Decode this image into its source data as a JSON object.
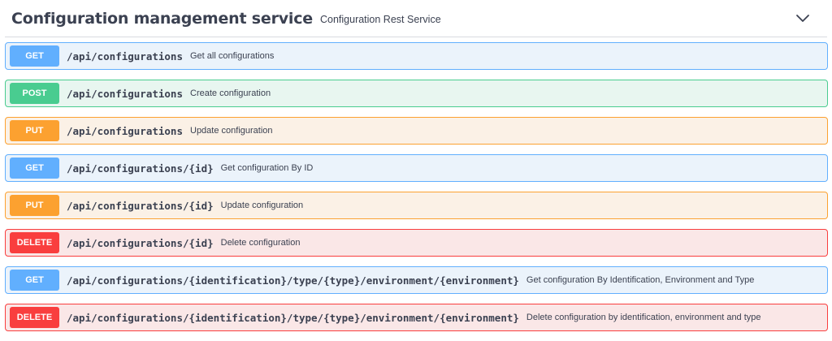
{
  "tag": {
    "title": "Configuration management service",
    "description": "Configuration Rest Service",
    "toggle_icon": "chevron-down-icon"
  },
  "operations": [
    {
      "method": "GET",
      "path": "/api/configurations",
      "summary": "Get all configurations"
    },
    {
      "method": "POST",
      "path": "/api/configurations",
      "summary": "Create configuration"
    },
    {
      "method": "PUT",
      "path": "/api/configurations",
      "summary": "Update configuration"
    },
    {
      "method": "GET",
      "path": "/api/configurations/{id}",
      "summary": "Get configuration By ID"
    },
    {
      "method": "PUT",
      "path": "/api/configurations/{id}",
      "summary": "Update configuration"
    },
    {
      "method": "DELETE",
      "path": "/api/configurations/{id}",
      "summary": "Delete configuration"
    },
    {
      "method": "GET",
      "path": "/api/configurations/{identification}/type/{type}/environment/{environment}",
      "summary": "Get configuration By Identification, Environment and Type"
    },
    {
      "method": "DELETE",
      "path": "/api/configurations/{identification}/type/{type}/environment/{environment}",
      "summary": "Delete configuration by identification, environment and type"
    }
  ],
  "colors": {
    "GET": "#61affe",
    "POST": "#49cc90",
    "PUT": "#fca130",
    "DELETE": "#f93e3e",
    "text": "#3b4151"
  }
}
